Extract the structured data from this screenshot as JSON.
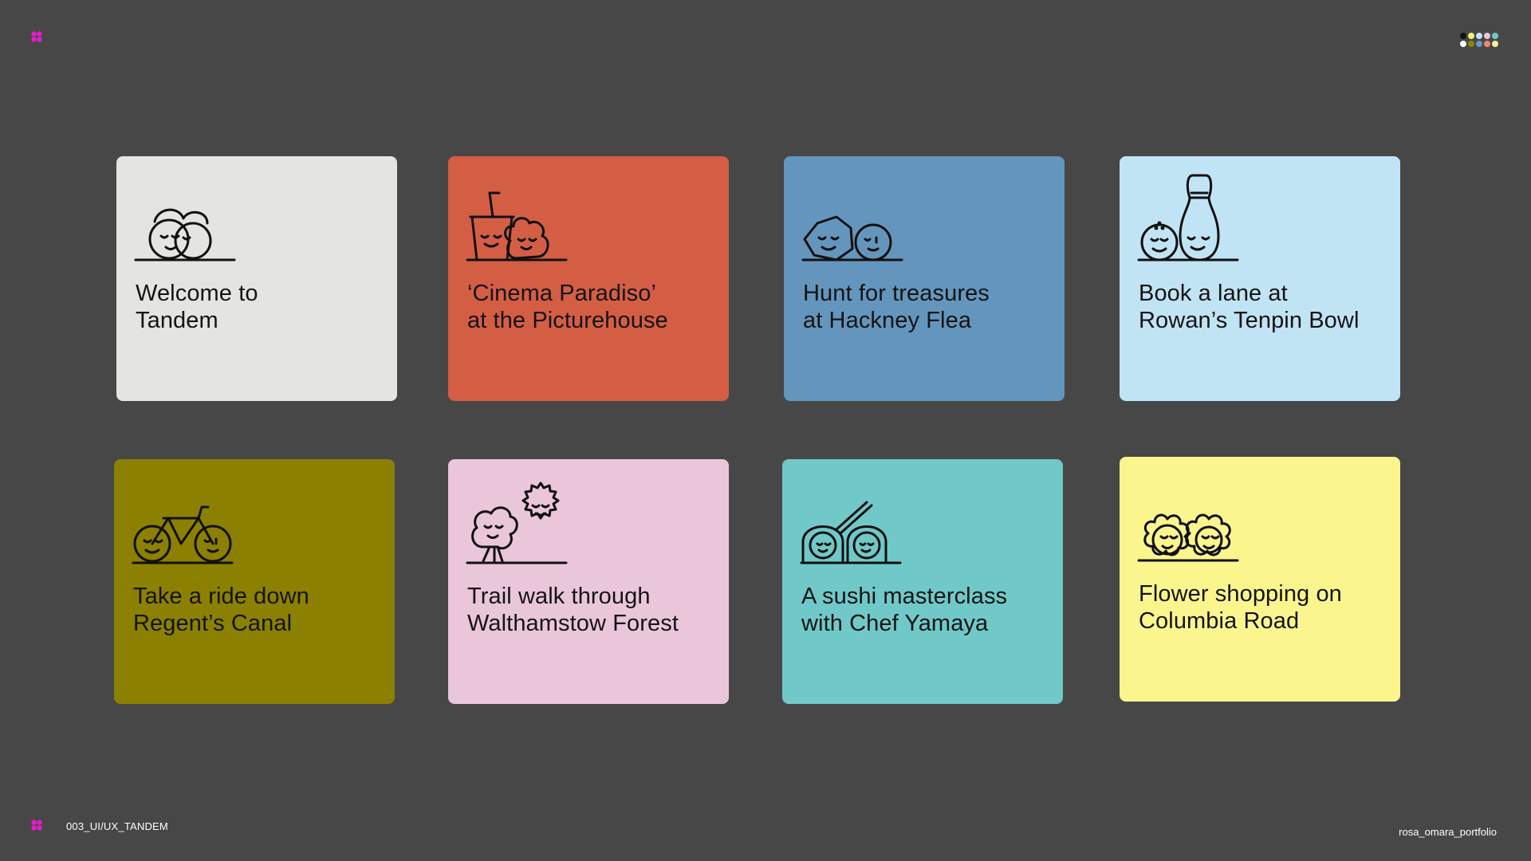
{
  "footer": {
    "project_code": "003_UI/UX_TANDEM",
    "credit": "rosa_omara_portfolio"
  },
  "colors": {
    "background": "#474747",
    "brand_mark": "#e81bd0",
    "dots": [
      "#111111",
      "#f4ef7a",
      "#bfe2f4",
      "#f08878",
      "#70c8c6",
      "#ffffff",
      "#8a8a00",
      "#6a97c0",
      "#e9c6da",
      "#f3f3a0"
    ]
  },
  "cards": [
    {
      "title": "Welcome to\nTandem",
      "color": "#e4e4e0",
      "icon": "two-faces-icon"
    },
    {
      "title": "‘Cinema Paradiso’\nat the Picturehouse",
      "color": "#d45e44",
      "icon": "drink-and-popcorn-icon"
    },
    {
      "title": "Hunt for treasures\nat Hackney Flea",
      "color": "#6496bd",
      "icon": "coin-faces-icon"
    },
    {
      "title": "Book a lane at\nRowan’s Tenpin Bowl",
      "color": "#c1e4f4",
      "icon": "bowling-ball-and-pin-icon"
    },
    {
      "title": "Take a ride down\nRegent’s Canal",
      "color": "#8c8000",
      "icon": "bicycle-icon"
    },
    {
      "title": "Trail walk through\nWalthamstow Forest",
      "color": "#eac6db",
      "icon": "tree-and-sun-icon"
    },
    {
      "title": "A sushi masterclass\nwith Chef Yamaya",
      "color": "#70c9c8",
      "icon": "sushi-and-chopsticks-icon"
    },
    {
      "title": "Flower shopping on\nColumbia Road",
      "color": "#fbf58e",
      "icon": "two-flowers-icon"
    }
  ]
}
